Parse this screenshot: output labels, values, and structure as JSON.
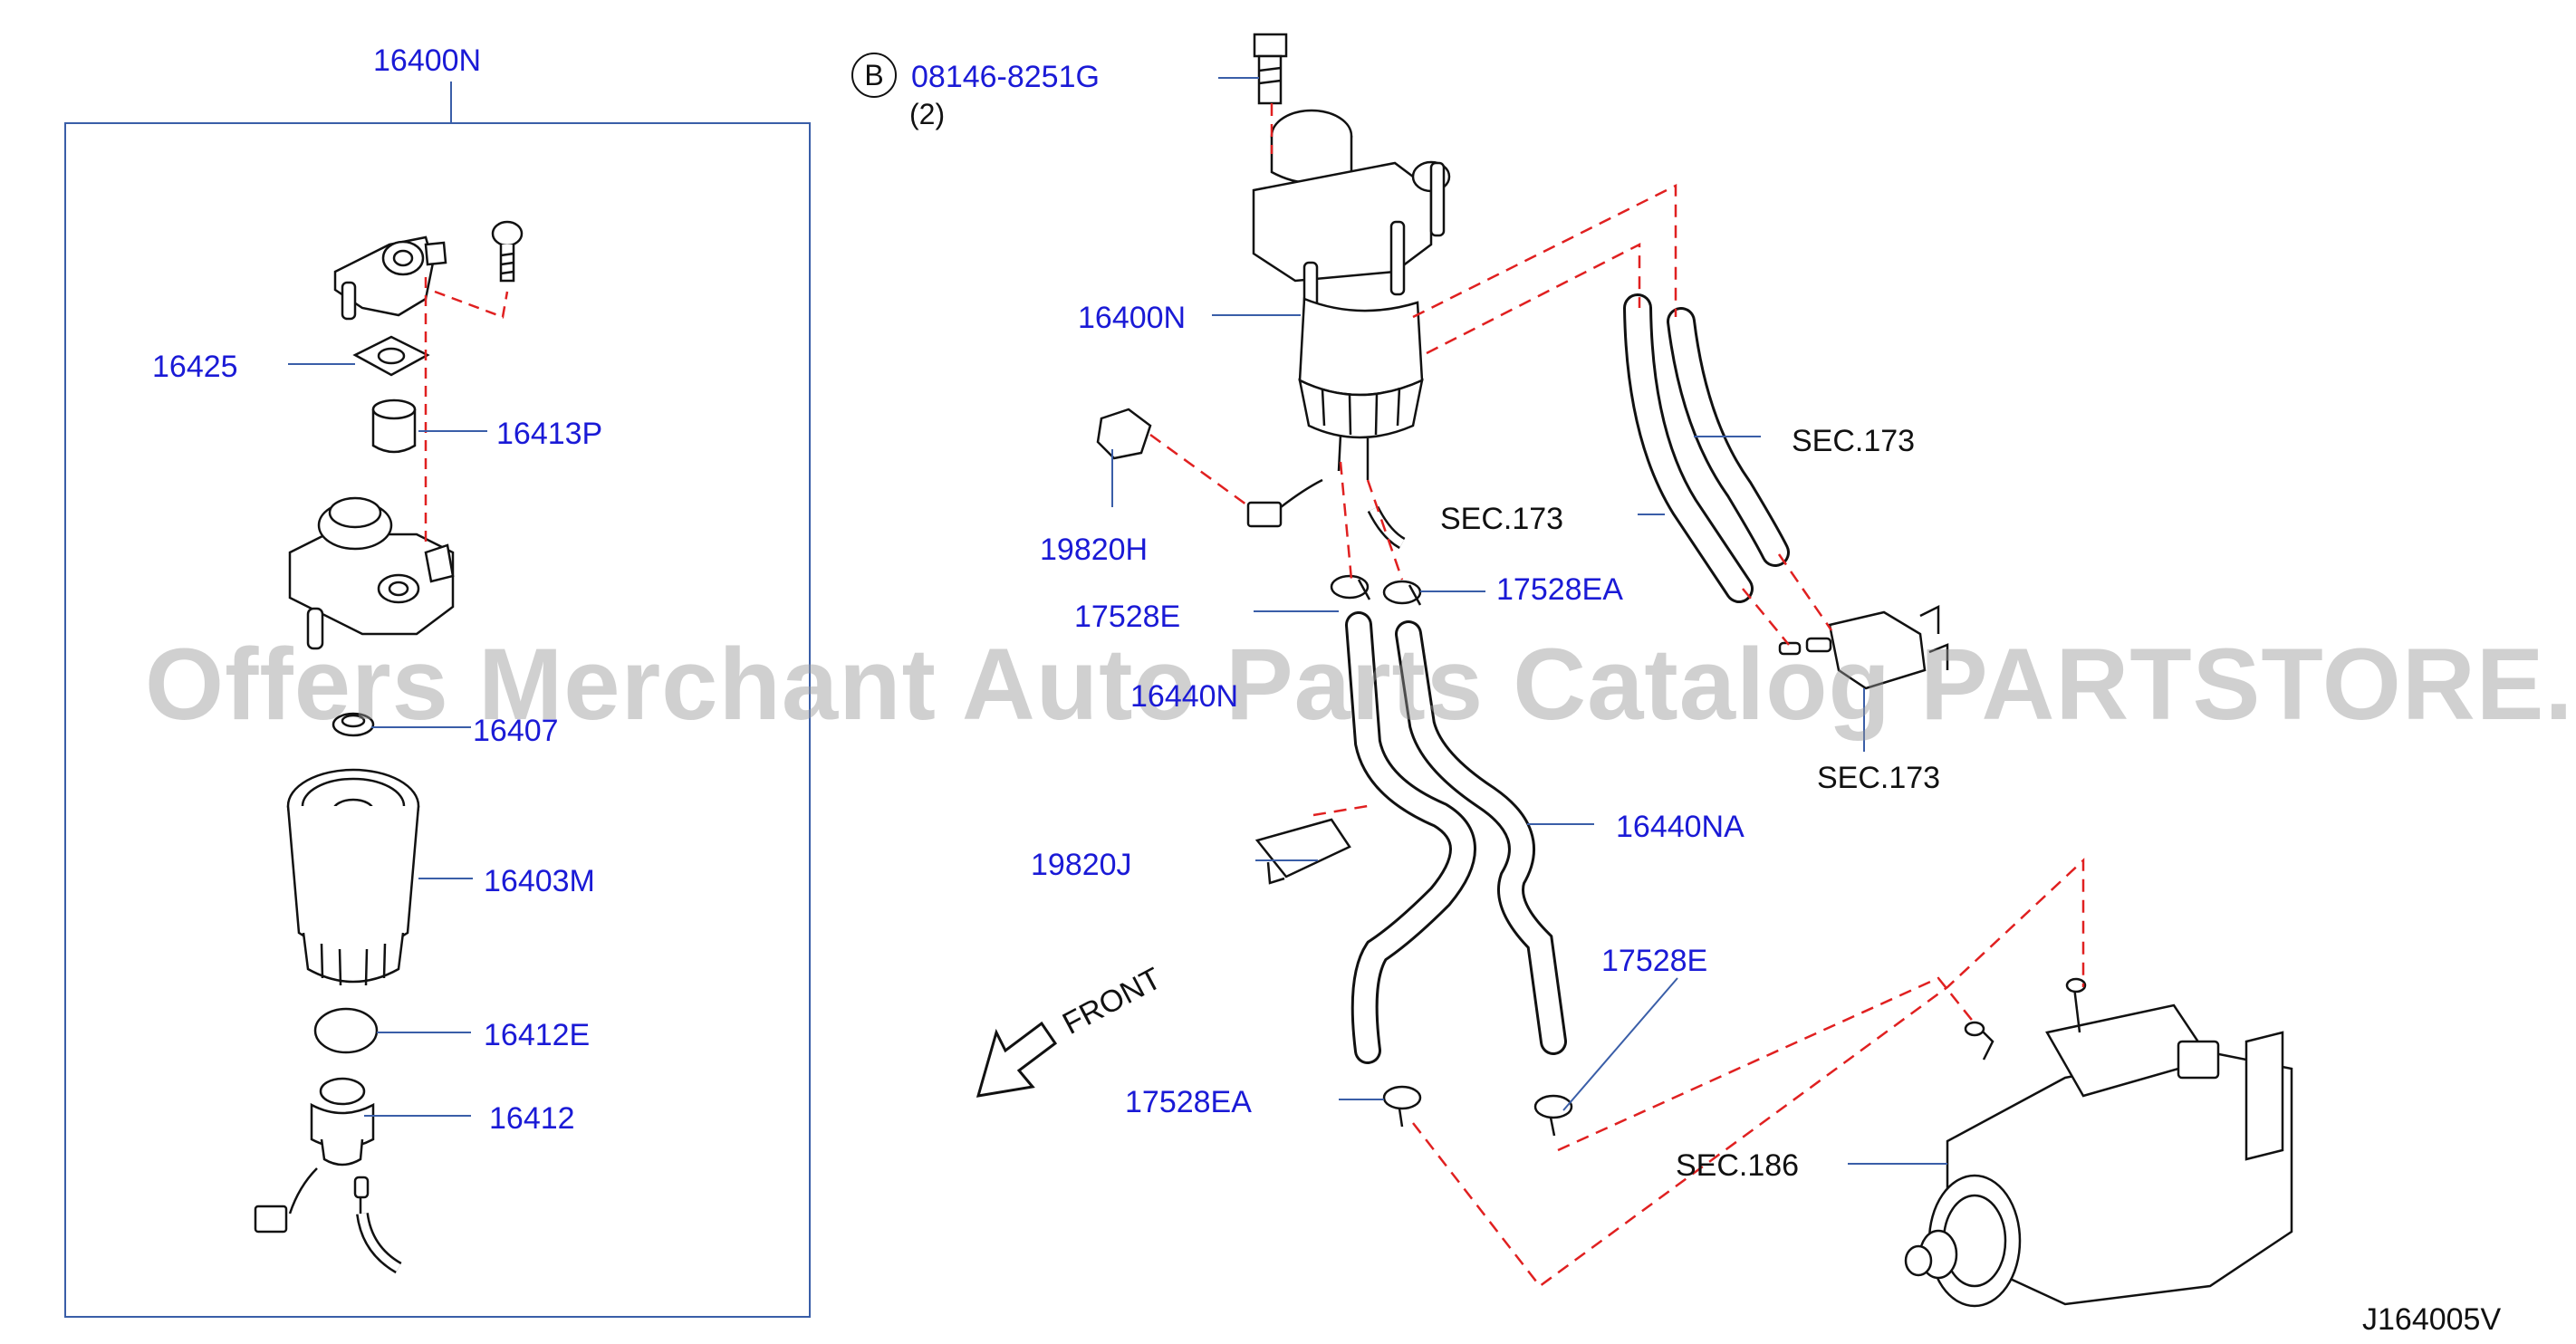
{
  "colors": {
    "label": "#1a1ad6",
    "dashed": "#e02020",
    "outline": "#111111",
    "box": "#3a5ea8",
    "watermark": "#969696"
  },
  "box_title": "16400N",
  "bolt_marker": "B",
  "bolt_part": "08146-8251G",
  "bolt_qty": "(2)",
  "labels": {
    "l16425": "16425",
    "l16413P": "16413P",
    "l16407": "16407",
    "l16403M": "16403M",
    "l16412E": "16412E",
    "l16412": "16412",
    "l16400N": "16400N",
    "l19820H": "19820H",
    "l17528E_a": "17528E",
    "l17528EA_a": "17528EA",
    "l16440N": "16440N",
    "l19820J": "19820J",
    "l16440NA": "16440NA",
    "l17528E_b": "17528E",
    "l17528EA_b": "17528EA",
    "sec173_a": "SEC.173",
    "sec173_b": "SEC.173",
    "sec173_c": "SEC.173",
    "sec186": "SEC.186",
    "front": "FRONT"
  },
  "diagram_code": "J164005V",
  "watermark": "Offers Merchant Auto Parts Catalog PARTSTORE.SA"
}
